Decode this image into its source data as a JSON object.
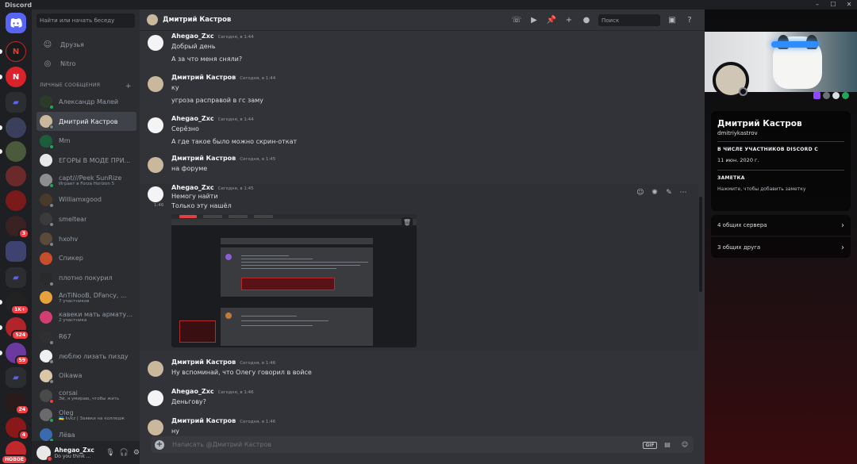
{
  "window": {
    "title": "Discord"
  },
  "colors": {
    "accent": "#5865f2",
    "online": "#23a55a",
    "idle": "#f0b232",
    "dnd": "#f23f43",
    "offline": "#80848e"
  },
  "rail": {
    "servers": [
      {
        "icon": "discord-home-icon",
        "label": ""
      },
      {
        "icon": "server-n-red",
        "label": "N"
      },
      {
        "icon": "server-n-netflix",
        "label": "N"
      },
      {
        "icon": "folder-icon",
        "label": ""
      },
      {
        "icon": "server-avatar",
        "label": ""
      },
      {
        "icon": "server-avatar",
        "label": ""
      },
      {
        "icon": "server-avatar",
        "label": ""
      },
      {
        "icon": "server-avatar",
        "label": ""
      },
      {
        "icon": "server-avatar",
        "label": "",
        "badge": "3"
      },
      {
        "icon": "server-avatar",
        "label": ""
      },
      {
        "icon": "folder-icon",
        "label": ""
      },
      {
        "icon": "server-avatar",
        "label": "",
        "badge": "1K+"
      },
      {
        "icon": "server-avatar",
        "label": "",
        "badge": "524"
      },
      {
        "icon": "server-avatar",
        "label": "",
        "badge": "59"
      },
      {
        "icon": "folder-icon",
        "label": ""
      },
      {
        "icon": "server-avatar",
        "label": "",
        "badge": "24"
      },
      {
        "icon": "server-avatar",
        "label": "",
        "badge": "4"
      },
      {
        "icon": "server-avatar",
        "label": "",
        "badge": "НОВОЕ"
      }
    ]
  },
  "sidebar": {
    "search_placeholder": "Найти или начать беседу",
    "friends_label": "Друзья",
    "nitro_label": "Nitro",
    "dm_header": "ЛИЧНЫЕ СООБЩЕНИЯ",
    "dm_add": "+",
    "dms": [
      {
        "name": "Александр Малей",
        "sub": "",
        "status": "online",
        "color": "#2c3a2a"
      },
      {
        "name": "Дмитрий Кастров",
        "sub": "",
        "status": "offline",
        "color": "#c9b89c",
        "active": true
      },
      {
        "name": "Mm",
        "sub": "",
        "status": "online",
        "color": "#1d5e3a"
      },
      {
        "name": "ЕГОРЫ В МОДЕ ПРИ...",
        "sub": "",
        "status": "none",
        "color": "#e7e7e7"
      },
      {
        "name": "capt///Peek SunRize",
        "sub": "Играет в Forza Horizon 5",
        "status": "online",
        "color": "#8e8e8e"
      },
      {
        "name": "Williamxgood",
        "sub": "",
        "status": "offline",
        "color": "#4a3a2a"
      },
      {
        "name": "smeltear",
        "sub": "",
        "status": "offline",
        "color": "#3b3b3b"
      },
      {
        "name": "hxohv",
        "sub": "",
        "status": "offline",
        "color": "#5a4a3a"
      },
      {
        "name": "Спикер",
        "sub": "",
        "status": "none",
        "color": "#c84e2a"
      },
      {
        "name": "плотно покурил",
        "sub": "",
        "status": "offline",
        "color": "#2a2a2a"
      },
      {
        "name": "AnTiNooB, DFancy, ...",
        "sub": "7 участников",
        "status": "none",
        "color": "#e8a23c"
      },
      {
        "name": "кавеки мать арматур...",
        "sub": "2 участника",
        "status": "none",
        "color": "#d23f6e"
      },
      {
        "name": "R67",
        "sub": "",
        "status": "offline",
        "color": "#303030"
      },
      {
        "name": "люблю лизать пизду",
        "sub": "",
        "status": "offline",
        "color": "#f0f0f0"
      },
      {
        "name": "Oikawa",
        "sub": "",
        "status": "offline",
        "color": "#d8c8a8"
      },
      {
        "name": "corsai",
        "sub": "Эй, я умираю, чтобы жить",
        "status": "dnd",
        "color": "#4a4a4a"
      },
      {
        "name": "Oleg",
        "sub": "🇺🇦 kvkz | Заявки на колледж",
        "status": "online",
        "color": "#6a6a6a"
      },
      {
        "name": "Лёва",
        "sub": "",
        "status": "online",
        "color": "#3a6ab0"
      }
    ]
  },
  "user": {
    "name": "Ahegao_Zxc",
    "status": "Do you think ..."
  },
  "chat": {
    "recipient": "Дмитрий Кастров",
    "search_placeholder": "Поиск",
    "composer_placeholder": "Написать @Дмитрий Кастров",
    "gif_label": "GIF",
    "messages": [
      {
        "author": "Ahegao_Zxc",
        "time": "Сегодня, в 1:44",
        "lines": [
          "Добрый день",
          "А за что меня сняли?"
        ]
      },
      {
        "author": "Дмитрий Кастров",
        "time": "Сегодня, в 1:44",
        "lines": [
          "ку",
          "угроза расправой в гс заму"
        ]
      },
      {
        "author": "Ahegao_Zxc",
        "time": "Сегодня, в 1:44",
        "lines": [
          "Серёзно",
          "А где такое было можно скрин-откат"
        ]
      },
      {
        "author": "Дмитрий Кастров",
        "time": "Сегодня, в 1:45",
        "lines": [
          "на форуме"
        ]
      },
      {
        "author": "Ahegao_Zxc",
        "time": "Сегодня, в 1:45",
        "lines": [
          "Немогу найти",
          "Только эту нашёл"
        ],
        "stamp": "1:46"
      },
      {
        "author": "Дмитрий Кастров",
        "time": "Сегодня, в 1:46",
        "lines": [
          "Ну вспоминай, что Олегу говорил в войсе"
        ]
      },
      {
        "author": "Ahegao_Zxc",
        "time": "Сегодня, в 1:46",
        "lines": [
          "Деньгову?"
        ]
      },
      {
        "author": "Дмитрий Кастров",
        "time": "Сегодня, в 1:46",
        "lines": [
          "ну"
        ]
      }
    ]
  },
  "profile": {
    "name": "Дмитрий Кастров",
    "username": "dmitriykastrov",
    "member_since_title": "В ЧИСЛЕ УЧАСТНИКОВ DISCORD С",
    "member_since": "11 июн. 2020 г.",
    "note_title": "ЗАМЕТКА",
    "note_placeholder": "Нажмите, чтобы добавить заметку",
    "mutual_servers": "4 общих сервера",
    "mutual_friends": "3 общих друга"
  }
}
